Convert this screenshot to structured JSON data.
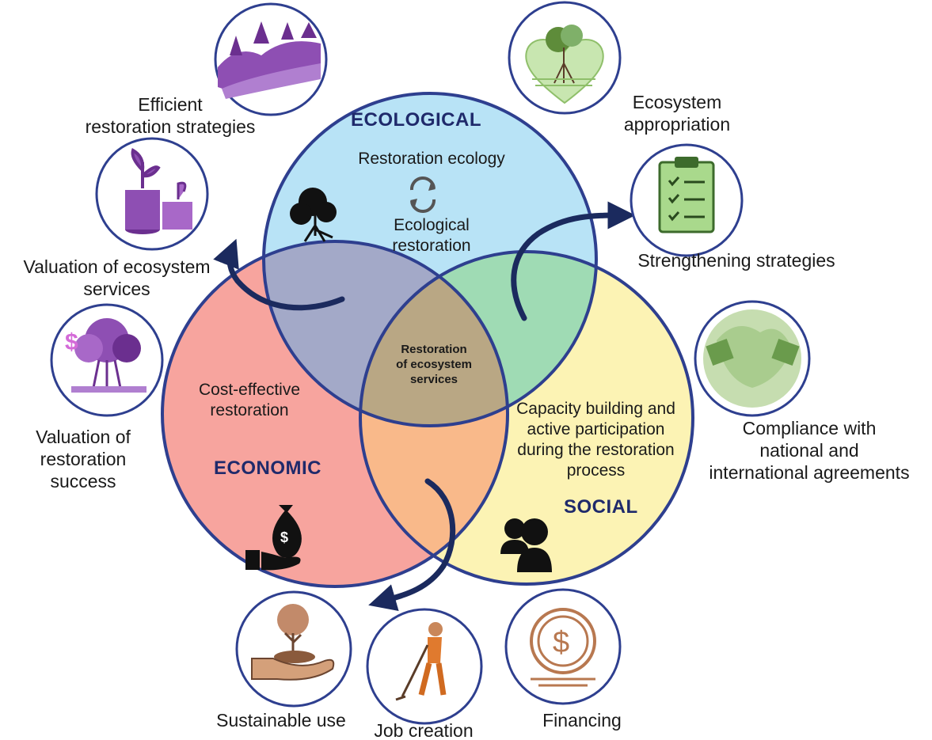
{
  "circles": {
    "ecological": {
      "heading": "ECOLOGICAL",
      "lines": [
        "Restoration ecology",
        "Ecological\nrestoration"
      ]
    },
    "economic": {
      "heading": "ECONOMIC",
      "text": "Cost-effective\nrestoration"
    },
    "social": {
      "heading": "SOCIAL",
      "text": "Capacity building and\nactive participation\nduring the restoration\nprocess"
    },
    "center": "Restoration\nof ecosystem\nservices"
  },
  "outer_labels": {
    "efficient": "Efficient\nrestoration strategies",
    "valuation_services": "Valuation of ecosystem\nservices",
    "valuation_success": "Valuation of\nrestoration\nsuccess",
    "appropriation": "Ecosystem\nappropriation",
    "strengthening": "Strengthening strategies",
    "compliance": "Compliance with\nnational and\ninternational agreements",
    "sustainable": "Sustainable use",
    "job": "Job creation",
    "financing": "Financing"
  },
  "colors": {
    "ecological_fill": "#b8e3f6",
    "economic_fill": "#f7a49e",
    "social_fill": "#fcf3b4",
    "eco_econ_overlap": "#a3a9c8",
    "eco_social_overlap": "#9fdbb4",
    "econ_social_overlap": "#f9b98a",
    "center_overlap": "#b9a784",
    "circle_stroke": "#2e3f8f",
    "arrow": "#1b2a5e",
    "purple": "#8e4fb3",
    "green": "#7fb069",
    "brown": "#b87850"
  },
  "icons": [
    "rainforest-icon",
    "coin-plant-icon",
    "money-mangrove-icon",
    "heart-mangrove-icon",
    "clipboard-checklist-icon",
    "handshake-globe-icon",
    "hand-tree-icon",
    "worker-icon",
    "dollar-coin-icon",
    "mangrove-tree-icon",
    "money-bag-hand-icon",
    "people-icon",
    "cycle-arrows-icon"
  ]
}
